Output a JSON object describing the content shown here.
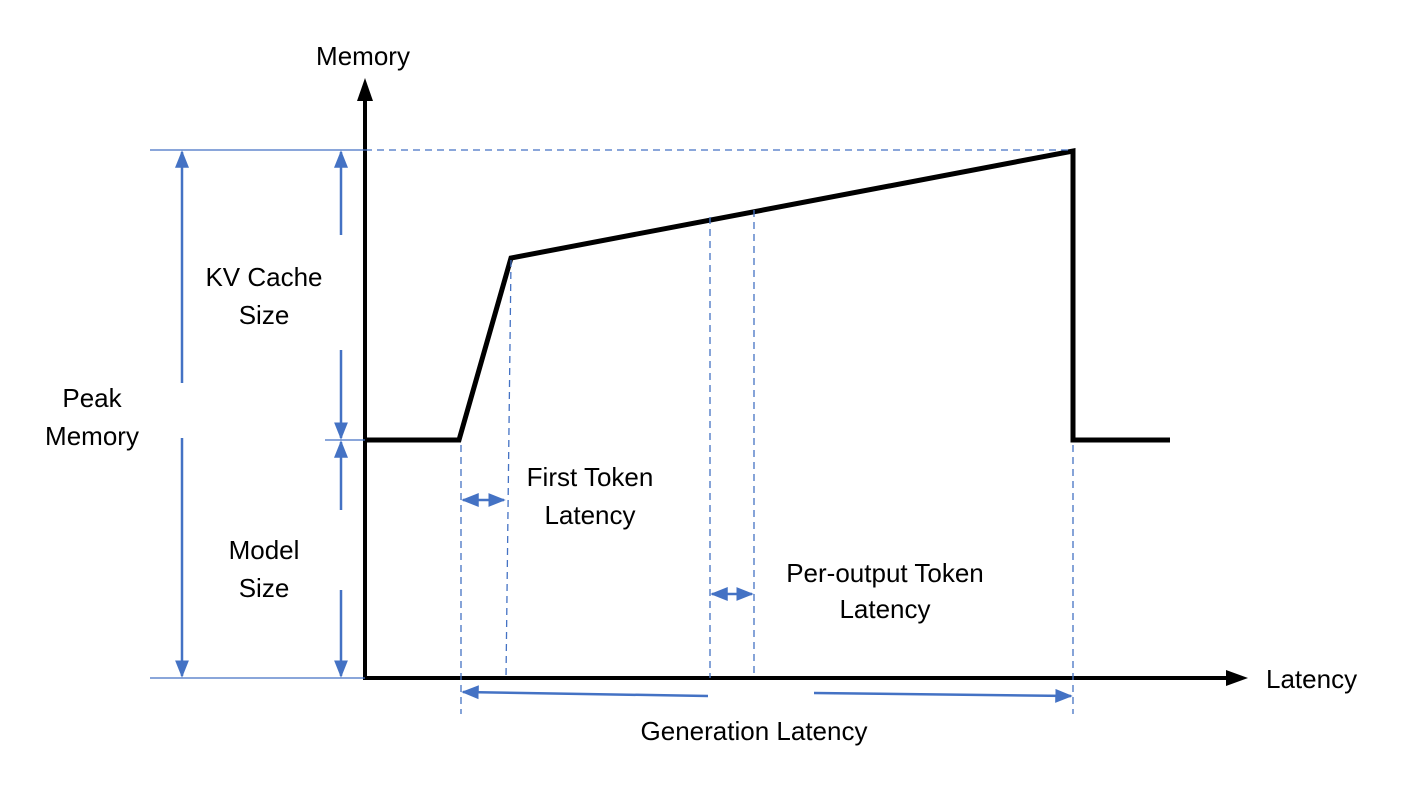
{
  "axes": {
    "y_label": "Memory",
    "x_label": "Latency"
  },
  "labels": {
    "kv_cache": [
      "KV Cache",
      "Size"
    ],
    "peak_memory": [
      "Peak",
      "Memory"
    ],
    "model_size": [
      "Model",
      "Size"
    ],
    "first_token": [
      "First Token",
      "Latency"
    ],
    "per_output_token": [
      "Per-output Token",
      "Latency"
    ],
    "generation_latency": "Generation Latency"
  },
  "colors": {
    "curve": "#000000",
    "annotation": "#4472C4",
    "background": "#FFFFFF"
  }
}
